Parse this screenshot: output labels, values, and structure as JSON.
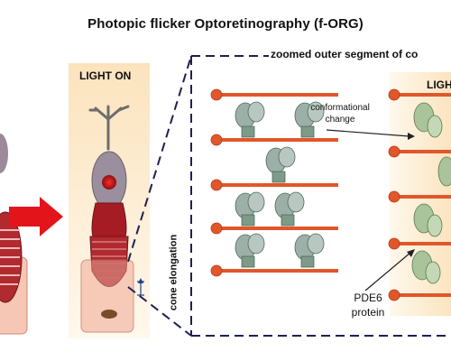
{
  "title": "Photopic flicker Optoretinography (f-ORG)",
  "zoom_label": "zoomed outer segment of co",
  "light_on_label": "LIGHT ON",
  "light_on_label_cropped": "LIGH",
  "conformational_label": "conformational change",
  "cone_elongation_label": "cone elongation",
  "pde6_label": "PDE6 protein",
  "colors": {
    "disc": "#e0572a",
    "membrane": "#c0392b",
    "arrow": "#e3151b",
    "light_glow": "#fbe7c6",
    "protein": "#8fa8a0",
    "cell_body": "#f6c7b4"
  }
}
